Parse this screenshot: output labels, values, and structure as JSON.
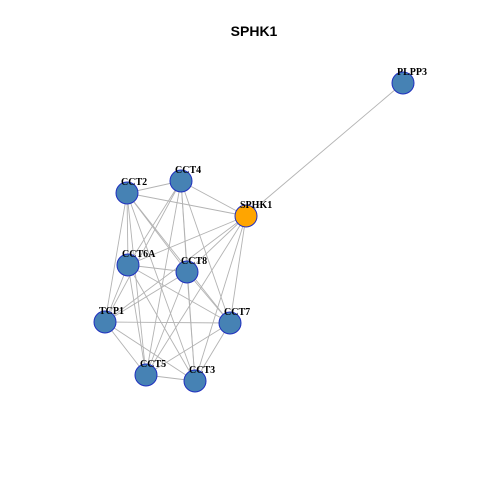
{
  "title": "SPHK1",
  "colors": {
    "hub": "#FFA500",
    "default": "#4682B4",
    "node_border": "#1F2FBF",
    "edge": "#B3B3B3"
  },
  "nodes": [
    {
      "id": "PLPP3",
      "label": "PLPP3",
      "role": "default"
    },
    {
      "id": "SPHK1",
      "label": "SPHK1",
      "role": "hub"
    },
    {
      "id": "CCT2",
      "label": "CCT2",
      "role": "default"
    },
    {
      "id": "CCT4",
      "label": "CCT4",
      "role": "default"
    },
    {
      "id": "CCT6A",
      "label": "CCT6A",
      "role": "default"
    },
    {
      "id": "CCT8",
      "label": "CCT8",
      "role": "default"
    },
    {
      "id": "TCP1",
      "label": "TCP1",
      "role": "default"
    },
    {
      "id": "CCT7",
      "label": "CCT7",
      "role": "default"
    },
    {
      "id": "CCT5",
      "label": "CCT5",
      "role": "default"
    },
    {
      "id": "CCT3",
      "label": "CCT3",
      "role": "default"
    }
  ],
  "edges": [
    [
      "SPHK1",
      "PLPP3"
    ],
    [
      "SPHK1",
      "CCT2"
    ],
    [
      "SPHK1",
      "CCT4"
    ],
    [
      "SPHK1",
      "CCT6A"
    ],
    [
      "SPHK1",
      "CCT8"
    ],
    [
      "SPHK1",
      "TCP1"
    ],
    [
      "SPHK1",
      "CCT7"
    ],
    [
      "SPHK1",
      "CCT5"
    ],
    [
      "SPHK1",
      "CCT3"
    ],
    [
      "CCT2",
      "CCT4"
    ],
    [
      "CCT2",
      "CCT6A"
    ],
    [
      "CCT2",
      "CCT8"
    ],
    [
      "CCT2",
      "TCP1"
    ],
    [
      "CCT2",
      "CCT7"
    ],
    [
      "CCT2",
      "CCT5"
    ],
    [
      "CCT2",
      "CCT3"
    ],
    [
      "CCT4",
      "CCT6A"
    ],
    [
      "CCT4",
      "CCT8"
    ],
    [
      "CCT4",
      "TCP1"
    ],
    [
      "CCT4",
      "CCT7"
    ],
    [
      "CCT4",
      "CCT5"
    ],
    [
      "CCT4",
      "CCT3"
    ],
    [
      "CCT6A",
      "CCT8"
    ],
    [
      "CCT6A",
      "TCP1"
    ],
    [
      "CCT6A",
      "CCT7"
    ],
    [
      "CCT6A",
      "CCT5"
    ],
    [
      "CCT6A",
      "CCT3"
    ],
    [
      "CCT8",
      "TCP1"
    ],
    [
      "CCT8",
      "CCT7"
    ],
    [
      "CCT8",
      "CCT5"
    ],
    [
      "CCT8",
      "CCT3"
    ],
    [
      "TCP1",
      "CCT7"
    ],
    [
      "TCP1",
      "CCT5"
    ],
    [
      "TCP1",
      "CCT3"
    ],
    [
      "CCT7",
      "CCT5"
    ],
    [
      "CCT7",
      "CCT3"
    ],
    [
      "CCT5",
      "CCT3"
    ]
  ]
}
